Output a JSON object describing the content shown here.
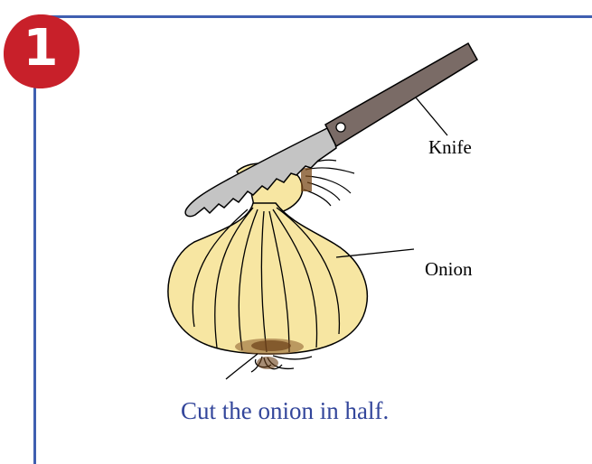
{
  "step": {
    "number": "1"
  },
  "labels": {
    "knife": "Knife",
    "onion": "Onion"
  },
  "caption": "Cut the onion in half.",
  "colors": {
    "accent_rule": "#3f5fb0",
    "badge": "#c8202a",
    "caption_text": "#33469b",
    "onion_fill": "#f7e6a2",
    "knife_handle": "#7a6b66",
    "blade": "#c4c4c4"
  }
}
